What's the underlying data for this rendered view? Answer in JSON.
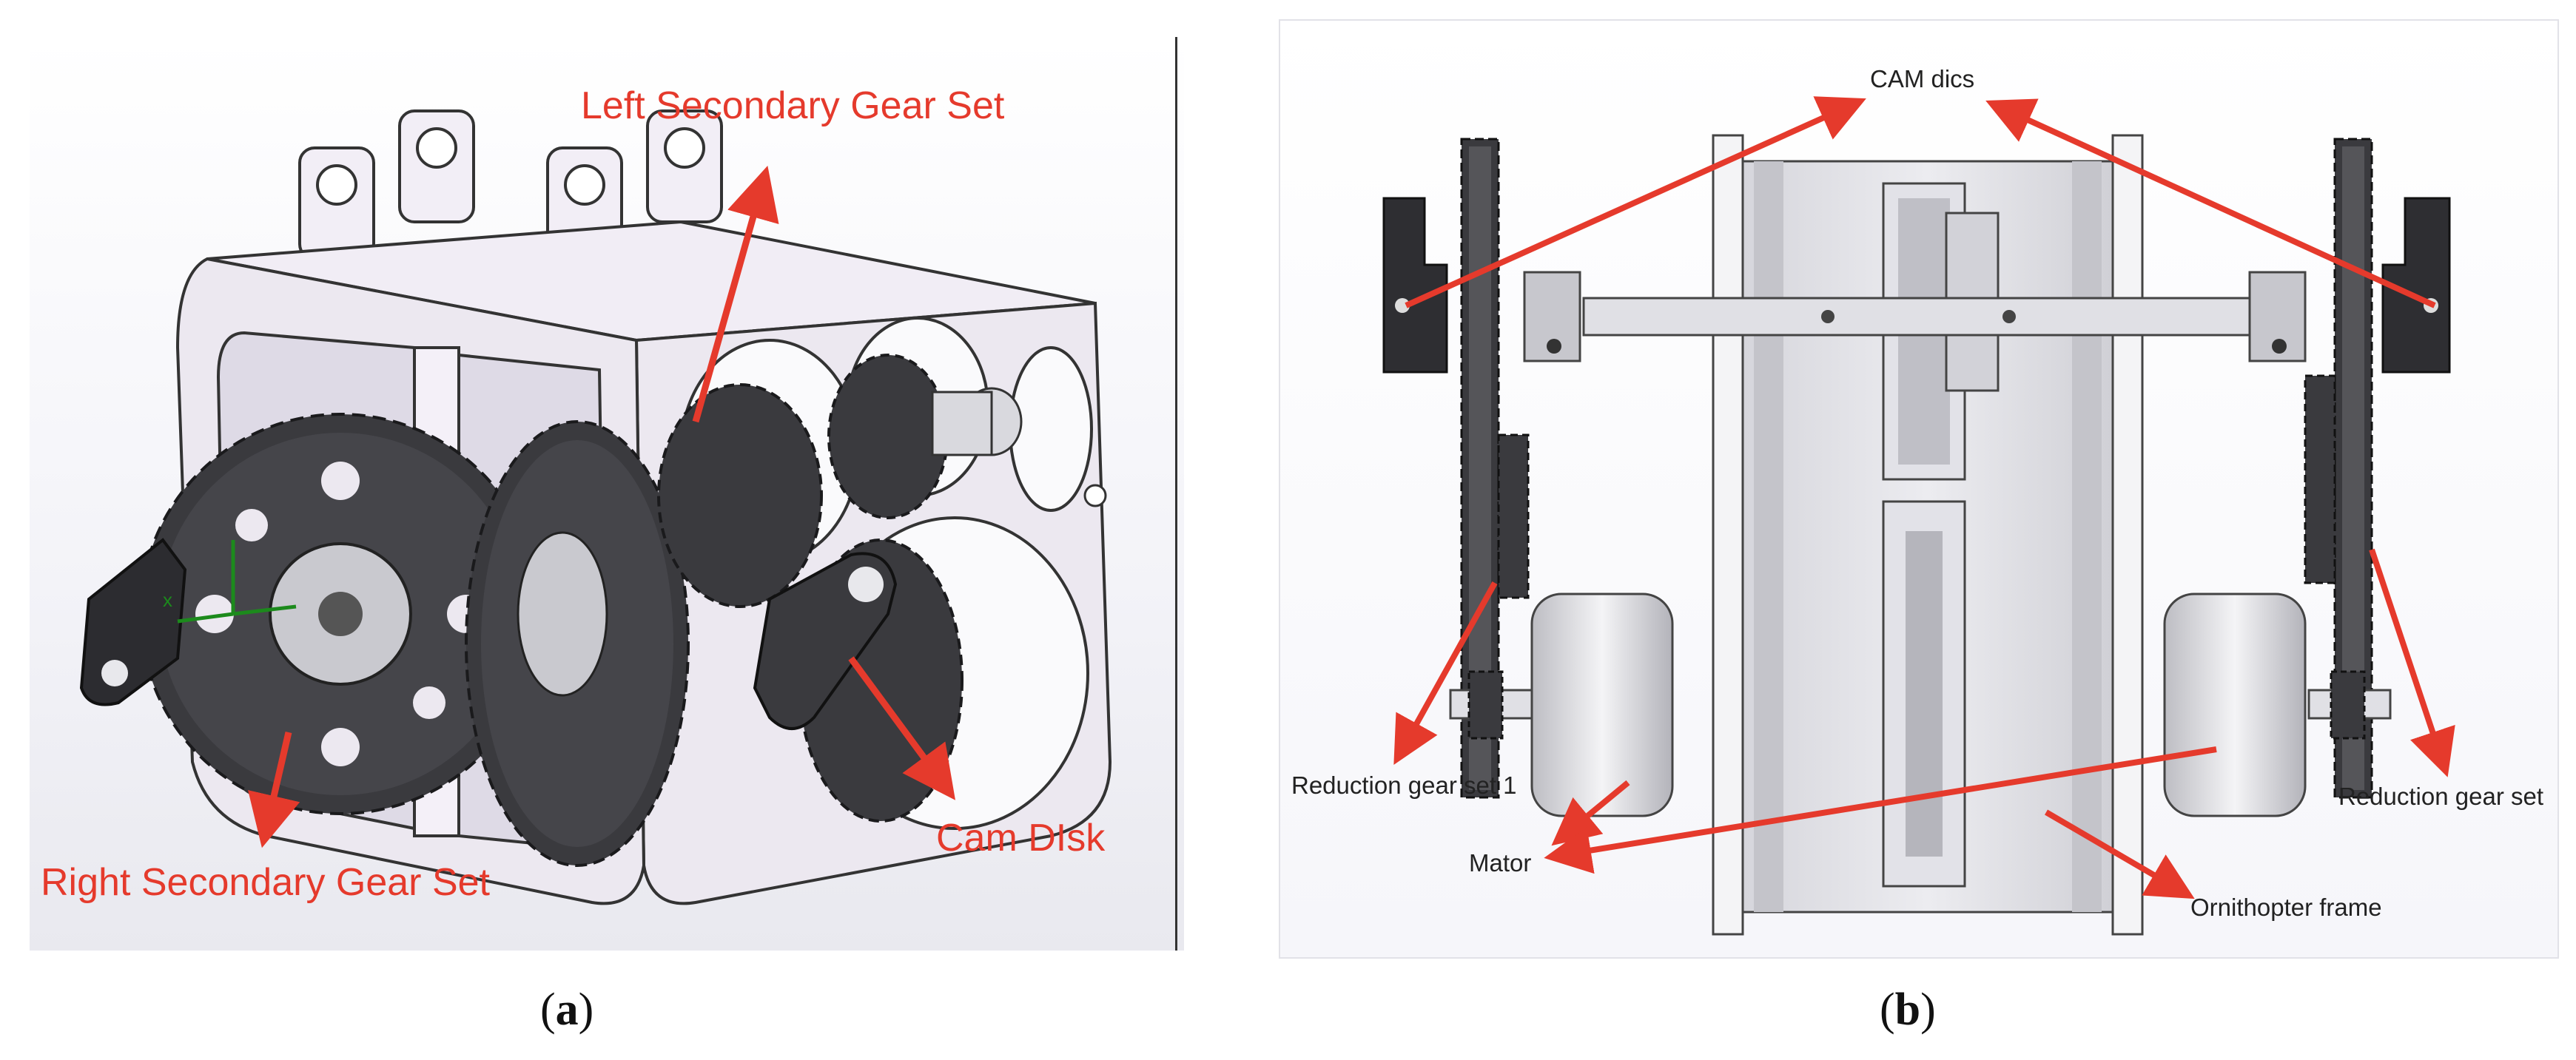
{
  "panel_a": {
    "labels": {
      "left_secondary": "Left Secondary Gear Set",
      "right_secondary": "Right Secondary Gear Set",
      "cam_disk": "Cam DIsk"
    },
    "caption_letter": "a"
  },
  "panel_b": {
    "labels": {
      "cam_dics": "CAM dics",
      "reduction_1": "Reduction gear set 1",
      "reduction": "Reduction gear set",
      "mator": "Mator",
      "frame": "Ornithopter frame"
    },
    "caption_letter": "b"
  },
  "colors": {
    "arrow": "#e53a2c",
    "frame": "#ece8f0",
    "gear": "#3a3a3e",
    "metal": "#c9c9cf"
  }
}
